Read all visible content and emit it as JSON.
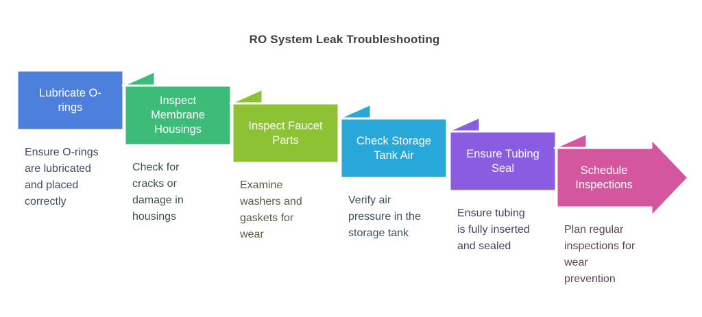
{
  "title": "RO System Leak Troubleshooting",
  "background": "#ffffff",
  "outline_color": "#ffffff",
  "title_color": "#404040",
  "steps": [
    {
      "label": "Lubricate O-\nrings",
      "description": "Ensure O-rings\nare lubricated\nand placed\ncorrectly",
      "fill": "#4d80dd",
      "description_color": "#3d4a61"
    },
    {
      "label": "Inspect\nMembrane\nHousings",
      "description": "Check for\ncracks or\ndamage in\nhousings",
      "fill": "#3dbb78",
      "description_color": "#3c5448"
    },
    {
      "label": "Inspect Faucet\nParts",
      "description": "Examine\nwashers and\ngaskets for\nwear",
      "fill": "#8cc234",
      "description_color": "#565c40"
    },
    {
      "label": "Check Storage\nTank Air",
      "description": "Verify air\npressure in the\nstorage tank",
      "fill": "#28a8d8",
      "description_color": "#39505e"
    },
    {
      "label": "Ensure Tubing\nSeal",
      "description": "Ensure tubing\nis fully inserted\nand sealed",
      "fill": "#8a5ce1",
      "description_color": "#463f63"
    },
    {
      "label": "Schedule\nInspections",
      "description": "Plan regular\ninspections for\nwear\nprevention",
      "fill": "#d4569e",
      "description_color": "#5e4458"
    }
  ]
}
